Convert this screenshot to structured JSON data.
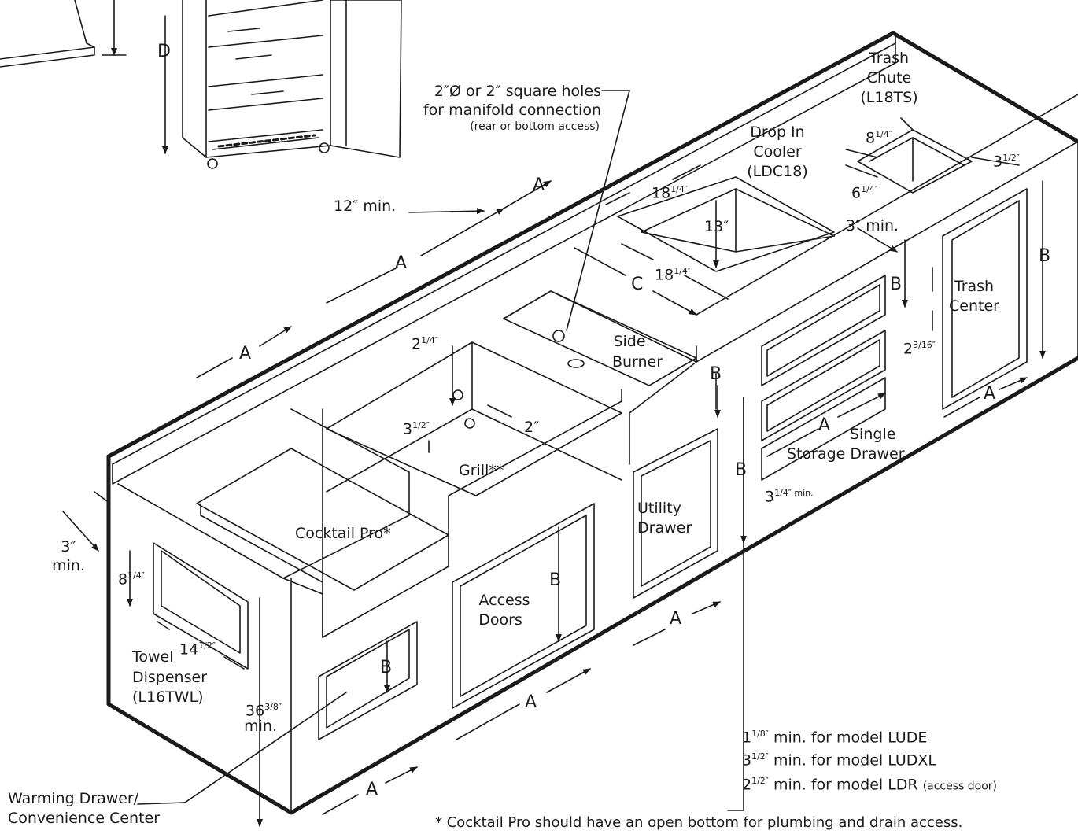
{
  "labels": {
    "D": "D",
    "manifold_line1": "2″Ø or 2″ square holes",
    "manifold_line2": "for manifold connection",
    "manifold_line3": "(rear or bottom access)",
    "trash_chute_line1": "Trash",
    "trash_chute_line2": "Chute",
    "trash_chute_line3": "(L18TS)",
    "drop_in_line1": "Drop In",
    "drop_in_line2": "Cooler",
    "drop_in_line3": "(LDC18)",
    "chute_w_whole": "8",
    "chute_w_frac": "1/4″",
    "chute_d_whole": "6",
    "chute_d_frac": "1/4″",
    "chute_offset_whole": "3",
    "chute_offset_frac": "1/2″",
    "twelve_min": "12″ min.",
    "A_top_right": "A",
    "A_top_mid": "A",
    "A_top_left": "A",
    "cooler_w_whole": "18",
    "cooler_w_frac": "1/4″",
    "cooler_h": "13″",
    "cooler_d_whole": "18",
    "cooler_d_frac": "1/4″",
    "three_min_top": "3″ min.",
    "B_right_edge": "B",
    "trash_center_line1": "Trash",
    "trash_center_line2": "Center",
    "B_drawer": "B",
    "trash_gap_whole": "2",
    "trash_gap_frac": "3/16″",
    "C": "C",
    "grill_offset_whole": "2",
    "grill_offset_frac": "1/4″",
    "side_burner_line1": "Side",
    "side_burner_line2": "Burner",
    "B_burner": "B",
    "grill_hole_whole": "3",
    "grill_hole_frac": "1/2″",
    "grill_hole_2": "2″",
    "grill": "Grill**",
    "A_storage": "A",
    "single_storage_line1": "Single",
    "single_storage_line2": "Storage Drawer",
    "B_storage": "B",
    "storage_min_whole": "3",
    "storage_min_frac": "1/4″ min.",
    "A_trash": "A",
    "three_min_left_1": "3″",
    "three_min_left_2": "min.",
    "cocktail": "Cocktail Pro*",
    "utility_line1": "Utility",
    "utility_line2": "Drawer",
    "towel_h_whole": "8",
    "towel_h_frac": "1/4″",
    "access_line1": "Access",
    "access_line2": "Doors",
    "B_access": "B",
    "A_utility": "A",
    "towel_w_whole": "14",
    "towel_w_frac": "1/2″",
    "towel_line1": "Towel",
    "towel_line2": "Dispenser",
    "towel_line3": "(L16TWL)",
    "B_warming": "B",
    "height_whole": "36",
    "height_frac": "3/8″",
    "height_min": "min.",
    "A_access": "A",
    "lude_whole": "1",
    "lude_frac": "1/8″",
    "lude_text": " min. for model LUDE",
    "ludxl_whole": "3",
    "ludxl_frac": "1/2″",
    "ludxl_text": " min. for model LUDXL",
    "ldr_whole": "2",
    "ldr_frac": "1/2″",
    "ldr_text": " min. for model LDR ",
    "ldr_note": "(access door)",
    "warming_line1": "Warming Drawer/",
    "warming_line2": "Convenience Center",
    "A_warming": "A",
    "footnote": "* Cocktail Pro should have an open bottom for plumbing and drain access."
  }
}
